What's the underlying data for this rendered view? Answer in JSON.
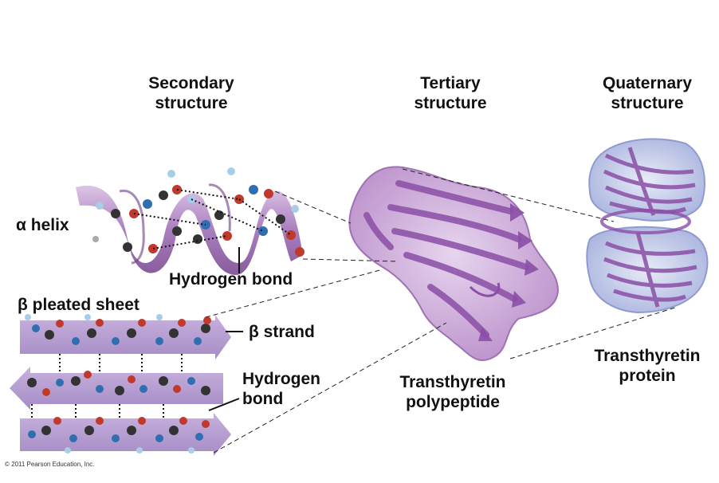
{
  "headings": {
    "secondary": [
      "Secondary",
      "structure"
    ],
    "tertiary": [
      "Tertiary",
      "structure"
    ],
    "quaternary": [
      "Quaternary",
      "structure"
    ]
  },
  "labels": {
    "alpha_helix": "α helix",
    "hydrogen_bond_helix": "Hydrogen bond",
    "beta_sheet": "β pleated sheet",
    "beta_strand": "β strand",
    "hydrogen_bond_sheet": [
      "Hydrogen",
      "bond"
    ],
    "polypeptide": [
      "Transthyretin",
      "polypeptide"
    ],
    "protein": [
      "Transthyretin",
      "protein"
    ]
  },
  "copyright": "© 2011 Pearson Education, Inc.",
  "colors": {
    "ribbon": "#a070b8",
    "ribbon_light": "#c9a8d6",
    "quaternary_blue": "#9aa6d8",
    "oxygen": "#c0392b",
    "nitrogen": "#2f6fb0",
    "carbon": "#333333",
    "hydrogen": "#a8cde8"
  }
}
